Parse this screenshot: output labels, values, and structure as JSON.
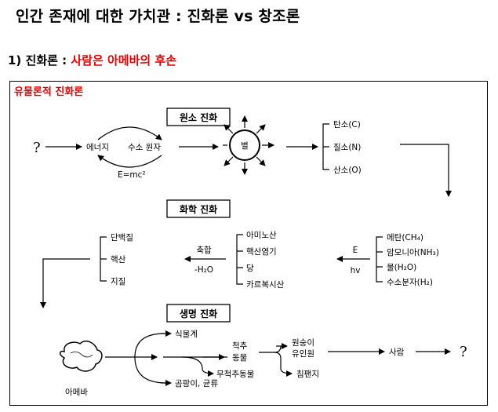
{
  "title": "인간 존재에 대한 가치관 : 진화론 vs 창조론",
  "subtitle": {
    "number": "1) 진화론 : ",
    "highlight": "사람은 아메바의 후손"
  },
  "panel_label": "유물론적 진화론",
  "diagram": {
    "section1": {
      "box": "원소 진화",
      "question": "?",
      "energy": "에너지",
      "hydrogen": "수소 원자",
      "formula": "E=mc²",
      "star": "별",
      "elements": [
        "탄소(C)",
        "질소(N)",
        "산소(O)"
      ]
    },
    "section2": {
      "box": "화학 진화",
      "gases": [
        "메탄(CH₄)",
        "암모니아(NH₃)",
        "물(H₂O)",
        "수소분자(H₂)"
      ],
      "energy_top": "E",
      "energy_bottom": "hv",
      "organics": [
        "아미노산",
        "핵산염기",
        "당",
        "카르복시산"
      ],
      "reaction_top": "축합",
      "reaction_bottom": "-H₂O",
      "polymers": [
        "단백질",
        "핵산",
        "지질"
      ]
    },
    "section3": {
      "box": "생명 진화",
      "amoeba": "아메바",
      "plants": "식물계",
      "vertebrates": "척추\n동물",
      "invertebrates": "무척추동물",
      "fungi": "곰팡이, 균류",
      "primate": "원숭이\n유인원",
      "chimp": "침팬지",
      "human": "사람",
      "question": "?"
    }
  }
}
